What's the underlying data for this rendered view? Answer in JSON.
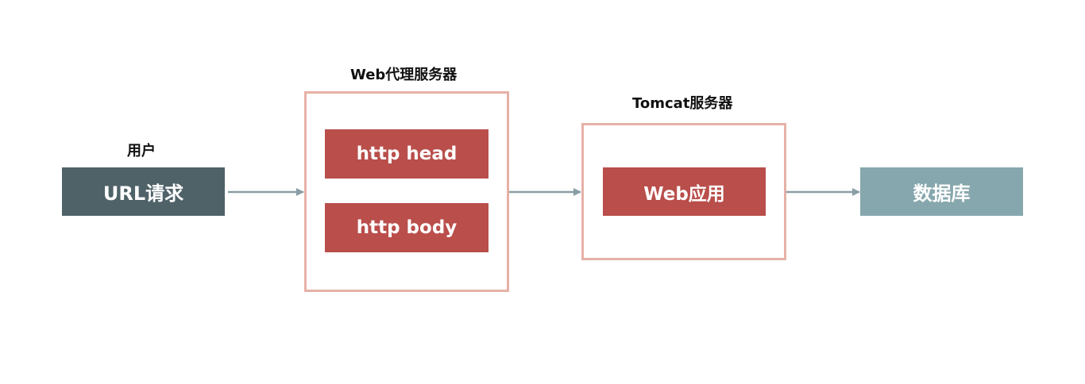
{
  "user": {
    "label": "用户",
    "request": "URL请求"
  },
  "proxy": {
    "label": "Web代理服务器",
    "head": "http head",
    "body": "http body"
  },
  "tomcat": {
    "label": "Tomcat服务器",
    "app": "Web应用"
  },
  "database": {
    "label": "数据库"
  },
  "colors": {
    "user_box": "#4f6268",
    "red_box": "#b94e4b",
    "frame_border": "#e7b1a7",
    "database_box": "#86a7ad",
    "arrow": "#8a9ea4"
  }
}
